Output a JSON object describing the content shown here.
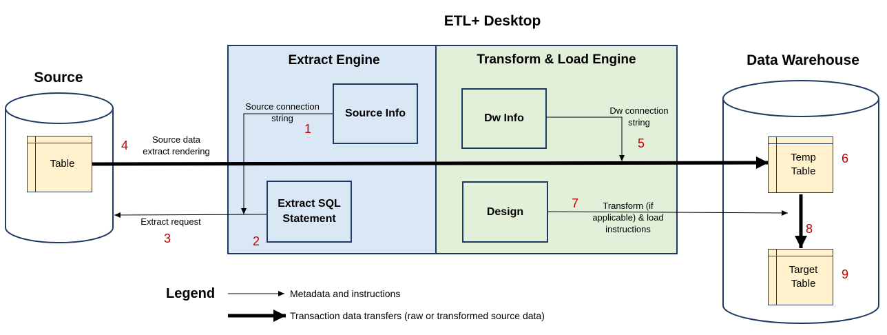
{
  "title": "ETL+ Desktop",
  "source": {
    "heading": "Source",
    "table": "Table"
  },
  "warehouse": {
    "heading": "Data Warehouse",
    "temp_table": "Temp\nTable",
    "target_table": "Target\nTable"
  },
  "extract_engine": {
    "title": "Extract Engine",
    "source_info": "Source Info",
    "extract_sql": "Extract SQL\nStatement"
  },
  "transform_engine": {
    "title": "Transform & Load Engine",
    "dw_info": "Dw Info",
    "design": "Design"
  },
  "labels": {
    "source_connection": "Source connection\nstring",
    "dw_connection": "Dw connection\nstring",
    "source_data_extract": "Source data\nextract rendering",
    "extract_request": "Extract request",
    "transform_instructions": "Transform (if\napplicable) & load\ninstructions"
  },
  "steps": [
    "1",
    "2",
    "3",
    "4",
    "5",
    "6",
    "7",
    "8",
    "9"
  ],
  "legend": {
    "heading": "Legend",
    "metadata": "Metadata and instructions",
    "transaction": "Transaction data transfers (raw or transformed  source data)"
  },
  "colors": {
    "extract_panel": "#dae8f5",
    "transform_panel": "#e2efd9",
    "table_fill": "#fff2cc",
    "border": "#1f3864",
    "step_number": "#c00000"
  }
}
